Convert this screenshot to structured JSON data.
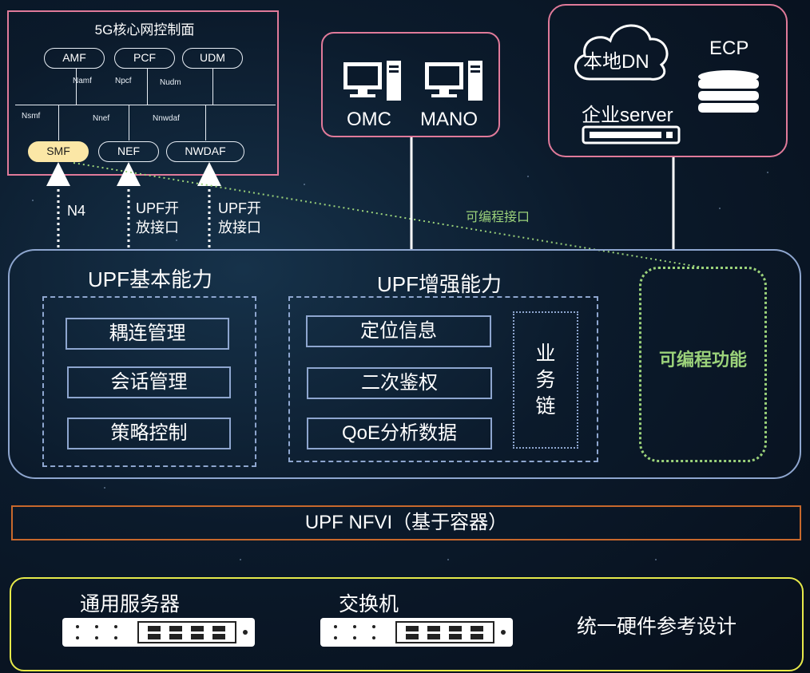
{
  "core": {
    "title": "5G核心网控制面",
    "nf": {
      "amf": "AMF",
      "pcf": "PCF",
      "udm": "UDM",
      "smf": "SMF",
      "nef": "NEF",
      "nwdaf": "NWDAF"
    },
    "iface": {
      "namf": "Namf",
      "npcf": "Npcf",
      "nudm": "Nudm",
      "nsmf": "Nsmf",
      "nnef": "Nnef",
      "nnwdaf": "Nnwdaf"
    }
  },
  "links": {
    "n4": "N4",
    "upf_open_1": "UPF开\n放接口",
    "upf_open_2": "UPF开\n放接口",
    "programmable": "可编程接口"
  },
  "oss": {
    "omc": "OMC",
    "mano": "MANO"
  },
  "dn": {
    "local_dn": "本地DN",
    "ecp": "ECP",
    "enterprise_server": "企业server"
  },
  "upf": {
    "basic": {
      "title": "UPF基本能力",
      "items": [
        "耦连管理",
        "会话管理",
        "策略控制"
      ]
    },
    "enhanced": {
      "title": "UPF增强能力",
      "items": [
        "定位信息",
        "二次鉴权",
        "QoE分析数据"
      ],
      "service_chain": "业\n务\n链"
    },
    "programmable": "可编程功能"
  },
  "nfvi": "UPF NFVI（基于容器）",
  "hardware": {
    "server": "通用服务器",
    "switch": "交换机",
    "unified": "统一硬件参考设计"
  },
  "colors": {
    "pink": "#e07a9a",
    "blue": "#8ea6cf",
    "green": "#9bd27a",
    "orange": "#c8682c",
    "yellow": "#e7ea4a",
    "smf": "#fbe7a6"
  }
}
